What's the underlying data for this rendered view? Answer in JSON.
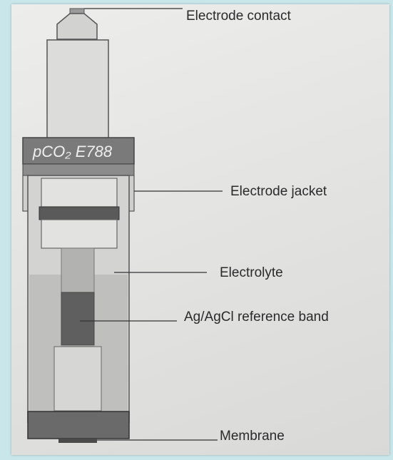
{
  "device_text": "pCO₂ E788",
  "labels": {
    "electrode_contact": "Electrode contact",
    "electrode_jacket": "Electrode jacket",
    "electrolyte": "Electrolyte",
    "reference_band": "Ag/AgCl reference band",
    "membrane": "Membrane"
  }
}
